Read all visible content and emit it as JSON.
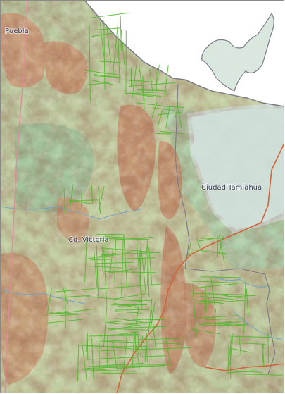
{
  "map": {
    "labels": {
      "city_1": "Puebla",
      "city_2": "Cd. Victoria",
      "city_3": "Ciudad Tamiahua"
    },
    "colors": {
      "sea": "#ffffff",
      "lagoon": "#cfe0d8",
      "lowland": "#a9ccaa",
      "highland": "#cc9a78",
      "mountain": "#a55c47",
      "roads": "#4fb52a",
      "boundary": "#7b7b88",
      "state_line": "#d2643b",
      "river": "#6fa2c8",
      "pink_line": "#e08a9a"
    },
    "icons": {
      "terrain": "relief-shading",
      "network": "road-grid"
    }
  }
}
